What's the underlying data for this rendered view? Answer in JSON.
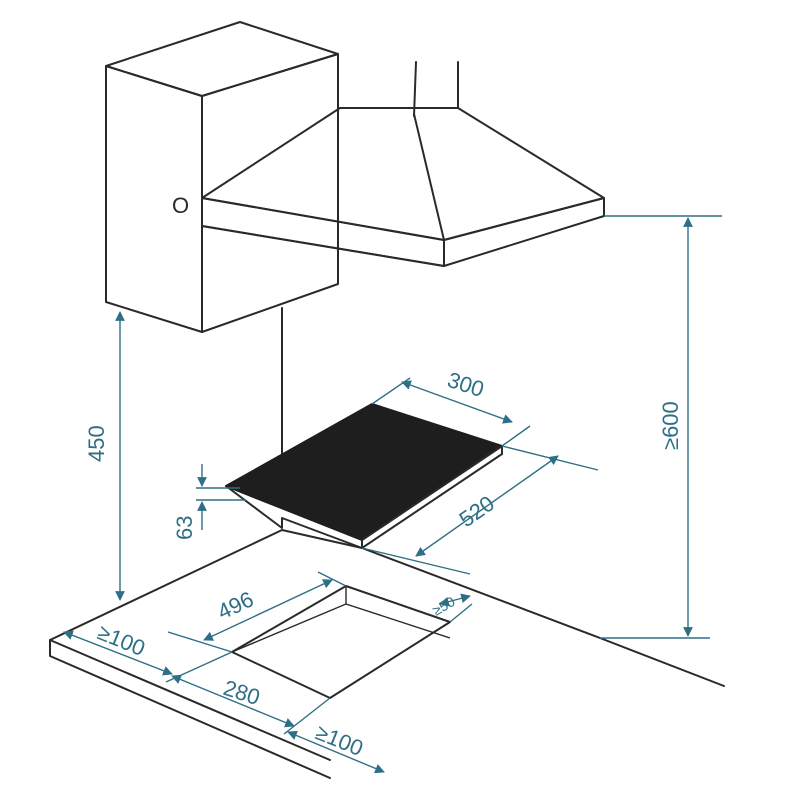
{
  "labels": {
    "hood_symbol": "O",
    "dim_300": "300",
    "dim_520": "520",
    "dim_600": "≥600",
    "dim_450": "450",
    "dim_63": "63",
    "dim_496": "496",
    "dim_280": "280",
    "dim_50": "≥50",
    "dim_100_left": "≥100",
    "dim_100_bottom": "≥100"
  },
  "colors": {
    "outline": "#2a2a2a",
    "dimension": "#2f6f86",
    "hob_surface": "#1e1e1e"
  }
}
